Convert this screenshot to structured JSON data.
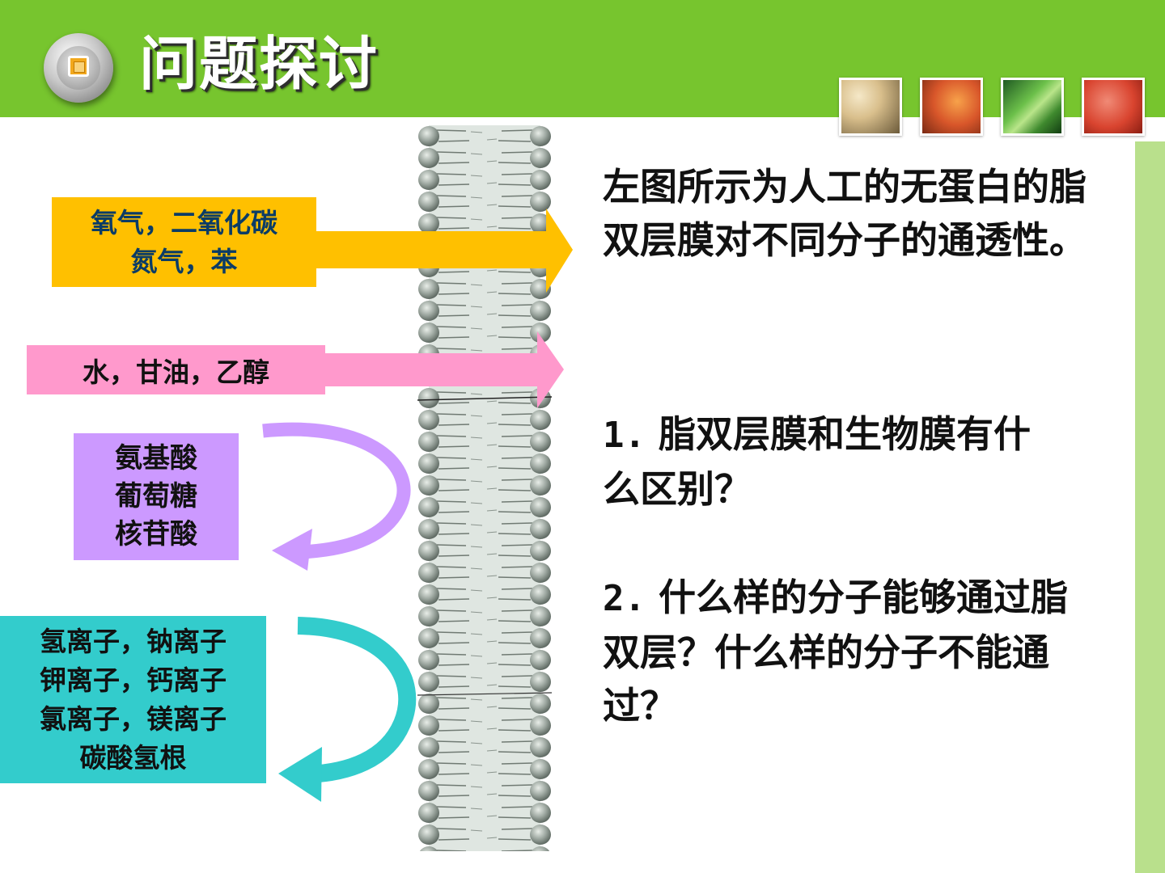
{
  "header": {
    "title": "问题探讨",
    "accent_color": "#77c52e",
    "badge_icon": "square-button-icon",
    "thumbnails": [
      "beans-photo",
      "citrus-photo",
      "green-stems-photo",
      "red-tissue-photo"
    ]
  },
  "diagram": {
    "membrane": "lipid-bilayer",
    "molecule_groups": [
      {
        "lines": [
          "氧气，二氧化碳",
          "氮气，苯"
        ],
        "color": "#ffc000",
        "arrow": "passes-through"
      },
      {
        "lines": [
          "水，甘油，乙醇"
        ],
        "color": "#ff99cc",
        "arrow": "passes-through"
      },
      {
        "lines": [
          "氨基酸",
          "葡萄糖",
          "核苷酸"
        ],
        "color": "#cc99ff",
        "arrow": "bounces-back"
      },
      {
        "lines": [
          "氢离子，钠离子",
          "钾离子，钙离子",
          "氯离子，镁离子",
          "碳酸氢根"
        ],
        "color": "#33cccc",
        "arrow": "bounces-back"
      }
    ]
  },
  "questions": {
    "intro": "左图所示为人工的无蛋白的脂双层膜对不同分子的通透性。",
    "q1": {
      "number": "1.",
      "text": "脂双层膜和生物膜有什么区别？"
    },
    "q2": {
      "number": "2.",
      "text": "什么样的分子能够通过脂双层？什么样的分子不能通过？"
    }
  }
}
